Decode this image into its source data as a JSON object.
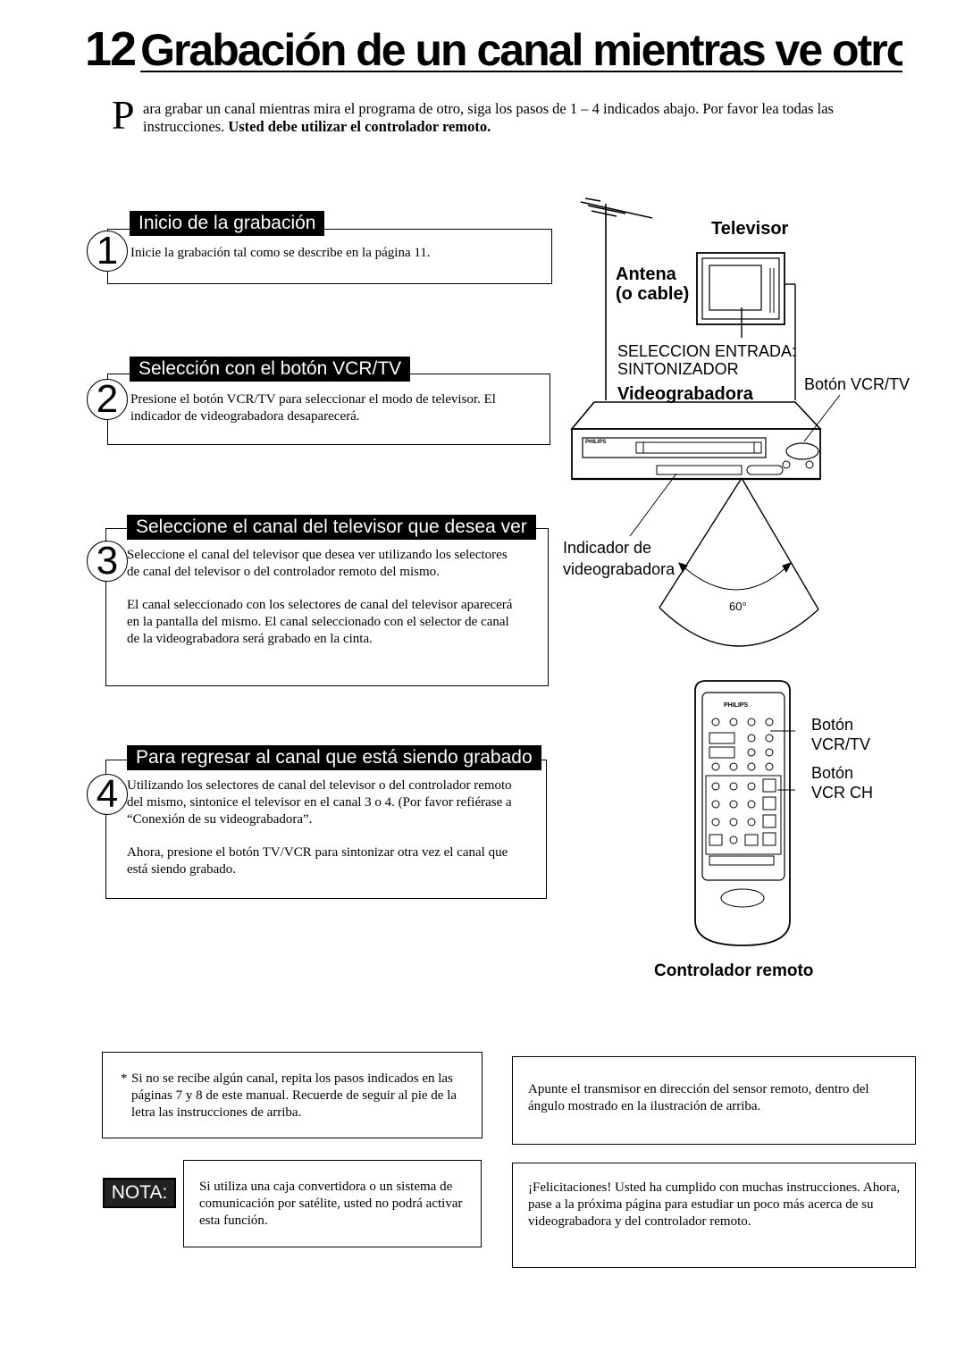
{
  "title": {
    "number": "12",
    "text": "Grabación de un canal mientras ve otro"
  },
  "intro": {
    "dropcap": "P",
    "text": "ara grabar un canal mientras mira el programa de otro, siga los pasos de 1 – 4 indicados abajo. Por favor lea todas las instrucciones.",
    "bold": "Usted debe utilizar el controlador remoto."
  },
  "steps": [
    {
      "number": "1",
      "header": "Inicio de la grabación",
      "paragraphs": [
        "Inicie la grabación tal como se describe en la página 11."
      ]
    },
    {
      "number": "2",
      "header": "Selección con el botón VCR/TV",
      "paragraphs": [
        "Presione el botón VCR/TV para seleccionar el modo de televisor. El indicador de videograbadora desaparecerá."
      ]
    },
    {
      "number": "3",
      "header": "Seleccione el canal del televisor que desea ver",
      "paragraphs": [
        "Seleccione el canal del televisor que desea ver utilizando los selectores de canal del televisor o del controlador remoto del mismo.",
        "El canal seleccionado con los selectores de canal del televisor aparecerá en la pantalla del mismo. El canal seleccionado con el selector de canal de la videograbadora será grabado en la cinta."
      ]
    },
    {
      "number": "4",
      "header": "Para regresar al canal que está siendo grabado",
      "paragraphs": [
        "Utilizando los selectores de canal del televisor o del controlador remoto del mismo, sintonice el televisor en el canal 3 o 4. (Por favor refiérase a “Conexión de su videograbadora”.",
        "Ahora, presione el botón TV/VCR para sintonizar otra vez el canal que está siendo grabado."
      ]
    }
  ],
  "diagram": {
    "televisor": "Televisor",
    "antena": "Antena",
    "o_cable": "(o cable)",
    "seleccion_entrada": "SELECCION ENTRADA:",
    "sintonizador": "SINTONIZADOR",
    "videograbadora": "Videograbadora",
    "boton_vcrtv": "Botón VCR/TV",
    "vcr_brand": "PHILIPS",
    "indicador_1": "Indicador de",
    "indicador_2": "videograbadora",
    "angle": "60°",
    "remote_brand": "PHILIPS",
    "remote_boton1": "Botón",
    "remote_vcrtv": "VCR/TV",
    "remote_boton2": "Botón",
    "remote_vcrch": "VCR CH",
    "controlador": "Controlador remoto"
  },
  "notes": {
    "asterisk": "*",
    "left_top": "Si no se recibe algún canal, repita los pasos indicados en las páginas 7 y 8 de este manual. Recuerde de seguir al pie de la letra las instrucciones de arriba.",
    "right_top": "Apunte el transmisor en dirección del sensor remoto, dentro del ángulo mostrado en la ilustración de arriba.",
    "nota_label": "NOTA:",
    "nota_text": "Si utiliza una caja convertidora o un sistema de comunicación por satélite, usted no podrá activar esta función.",
    "right_bottom": "¡Felicitaciones! Usted ha cumplido con muchas instrucciones. Ahora, pase a la próxima página para estudiar un poco más acerca de su videograbadora y del controlador remoto."
  }
}
